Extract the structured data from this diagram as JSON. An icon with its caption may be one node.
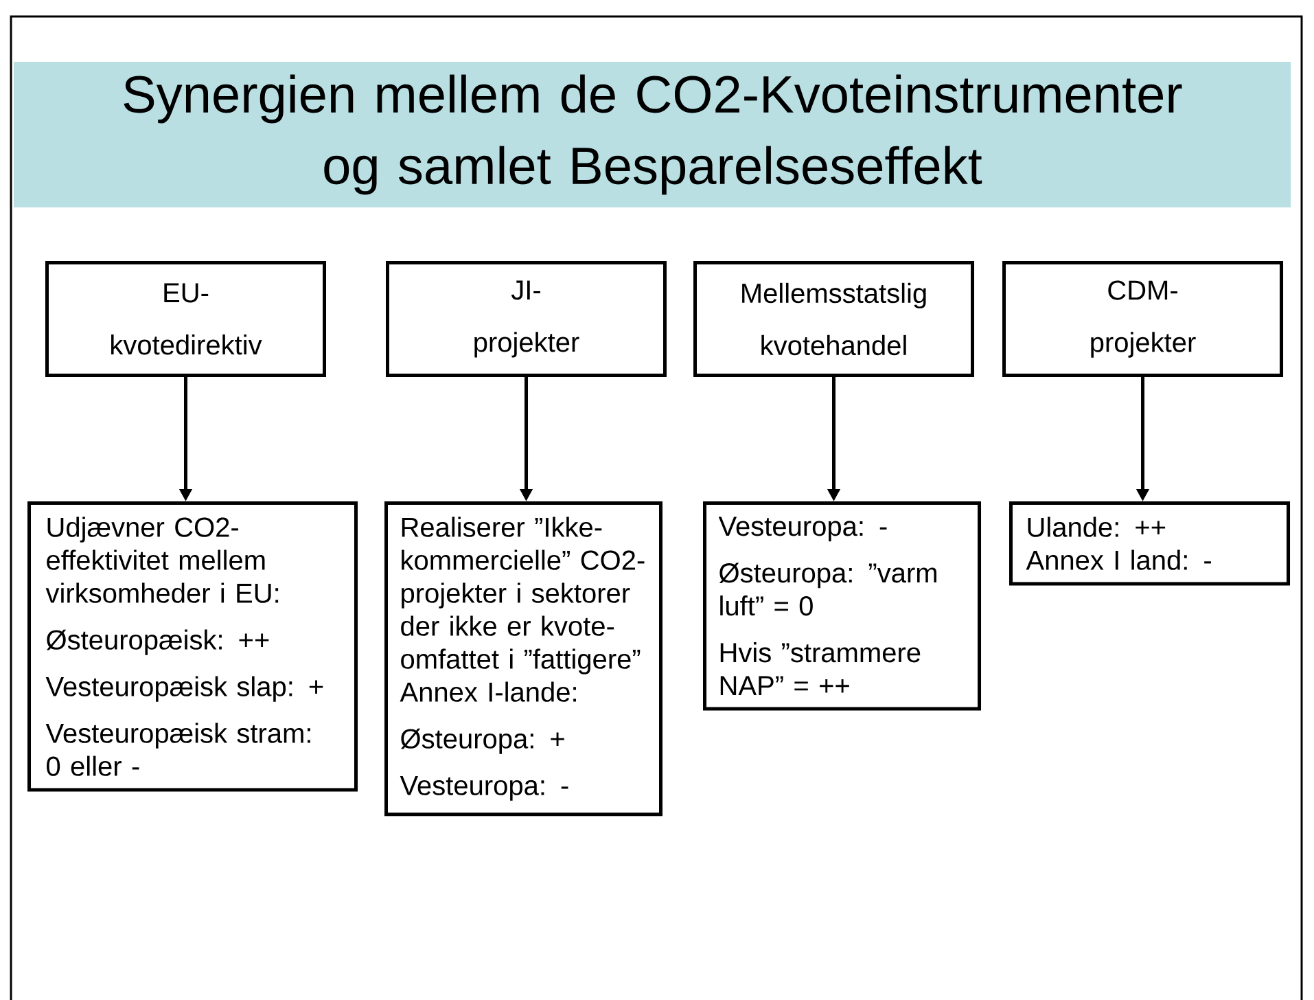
{
  "diagram": {
    "title": "Synergien mellem de CO2-Kvoteinstrumenter og samlet Besparelseseffekt",
    "nodes": [
      {
        "text": [
          "EU-kvotedirektiv"
        ]
      },
      {
        "text": [
          "JI-projekter"
        ]
      },
      {
        "text": [
          "Mellemsstatslig kvotehandel"
        ]
      },
      {
        "text": [
          "CDM-projekter"
        ]
      },
      {
        "text": [
          "Udjævner CO2-effektivitet mellem virksomheder i EU:",
          "Østeuropæisk: ++",
          "Vesteuropæisk slap: +",
          "Vesteuropæisk stram: 0 eller -"
        ]
      },
      {
        "text": [
          "Realiserer ”Ikke-kommercielle” CO2-projekter i sektorer der ikke er kvote-omfattet i ”fattigere” Annex I-lande:",
          "Østeuropa: +",
          "Vesteuropa: -"
        ]
      },
      {
        "text": [
          "Vesteuropa: -",
          "Østeuropa: ”varm luft” = 0",
          "Hvis ”strammere NAP” = ++"
        ]
      },
      {
        "text": [
          "Ulande: ++",
          "Annex I land: -"
        ]
      }
    ],
    "edges": [
      {
        "from": 0,
        "to": 4,
        "arrow": "to"
      },
      {
        "from": 1,
        "to": 5,
        "arrow": "to"
      },
      {
        "from": 2,
        "to": 6,
        "arrow": "to"
      },
      {
        "from": 3,
        "to": 7,
        "arrow": "to"
      }
    ]
  }
}
